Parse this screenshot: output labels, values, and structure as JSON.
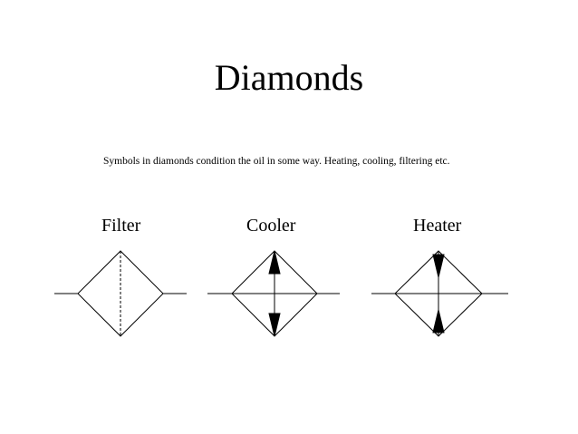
{
  "slide": {
    "title": "Diamonds",
    "caption": "Symbols in diamonds condition the oil in some way. Heating, cooling, filtering etc."
  },
  "symbols": [
    {
      "label": "Filter",
      "kind": "filter"
    },
    {
      "label": "Cooler",
      "kind": "cooler"
    },
    {
      "label": "Heater",
      "kind": "heater"
    }
  ],
  "colors": {
    "stroke": "#000000",
    "background": "#ffffff"
  }
}
